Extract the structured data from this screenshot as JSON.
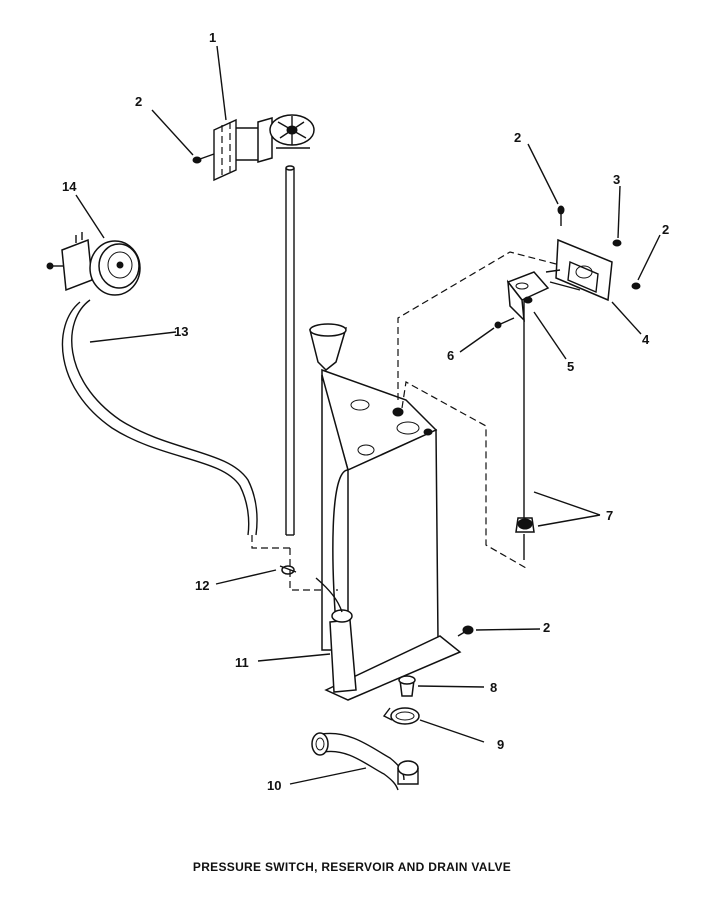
{
  "caption": "PRESSURE SWITCH, RESERVOIR AND DRAIN VALVE",
  "callouts": {
    "c1": "1",
    "c2a": "2",
    "c2b": "2",
    "c2c": "2",
    "c2d": "2",
    "c3": "3",
    "c4": "4",
    "c5": "5",
    "c6": "6",
    "c7": "7",
    "c8": "8",
    "c9": "9",
    "c10": "10",
    "c11": "11",
    "c12": "12",
    "c13": "13",
    "c14": "14"
  }
}
